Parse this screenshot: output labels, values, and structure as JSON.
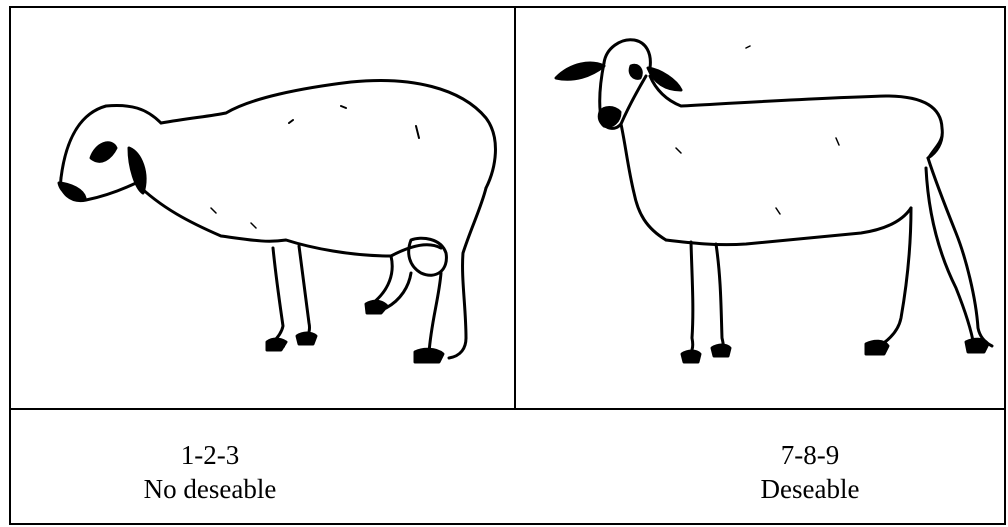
{
  "panels": [
    {
      "illustration": "hunched-sheep-drawing",
      "code": "1-2-3",
      "label": "No deseable"
    },
    {
      "illustration": "upright-sheep-drawing",
      "code": "7-8-9",
      "label": "Deseable"
    }
  ],
  "colors": {
    "line": "#000000",
    "background": "#ffffff"
  }
}
